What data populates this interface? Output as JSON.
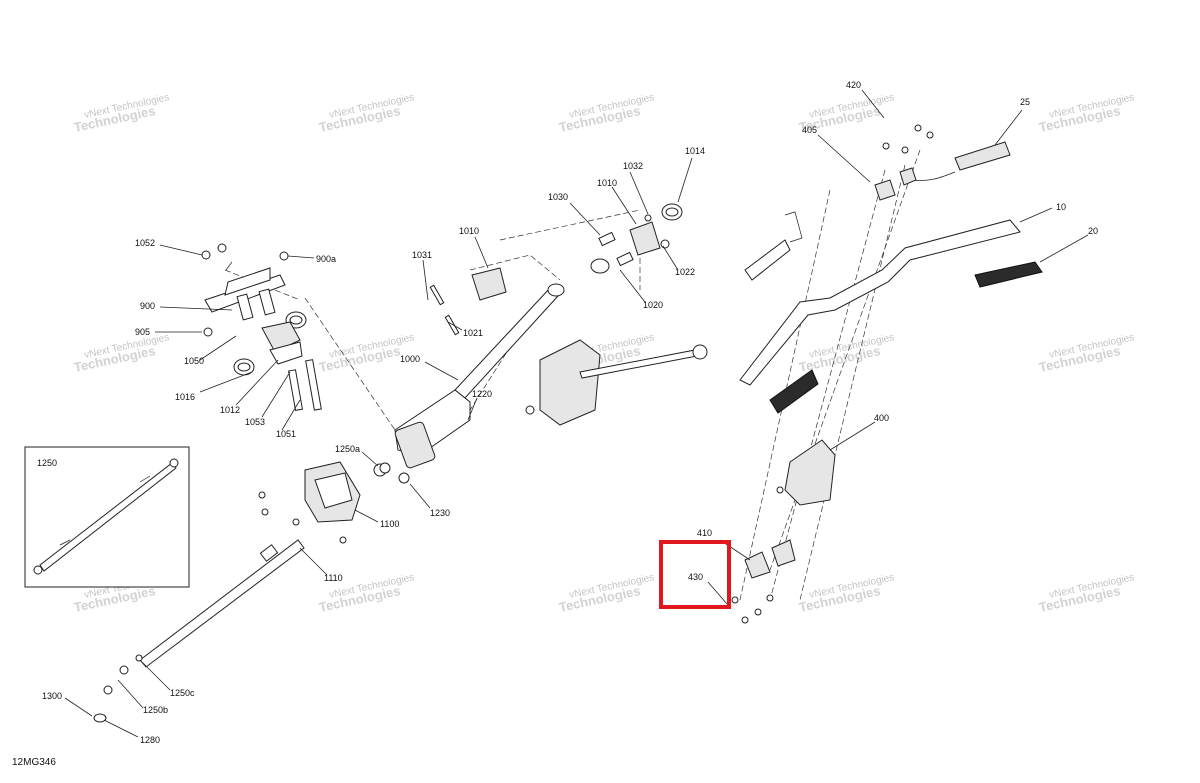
{
  "diagram": {
    "drawing_code": "12MG346",
    "watermark": {
      "line1": "vNext Technologies",
      "line2": "Technologies"
    },
    "inset_label": "1250",
    "highlight_color": "#e0171c",
    "callouts": [
      "420",
      "25",
      "405",
      "10",
      "20",
      "400",
      "410",
      "430",
      "1014",
      "1032",
      "1010",
      "1030",
      "1022",
      "1020",
      "1010",
      "1031",
      "1021",
      "1052",
      "900a",
      "900",
      "905",
      "1050",
      "1016",
      "1012",
      "1053",
      "1051",
      "1000",
      "1220",
      "1250a",
      "1230",
      "1100",
      "1110",
      "1250c",
      "1250b",
      "1300",
      "1280"
    ]
  }
}
